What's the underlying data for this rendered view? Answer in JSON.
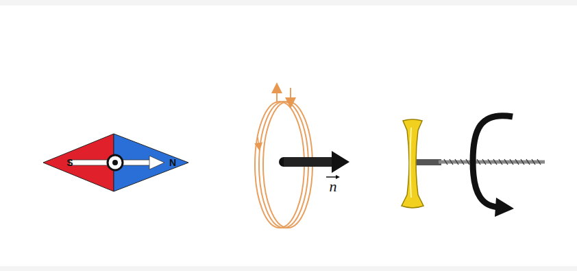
{
  "diagram": {
    "nodes": [
      {
        "text": [
          "S",
          "N"
        ]
      }
    ],
    "labels": [
      "n"
    ]
  }
}
